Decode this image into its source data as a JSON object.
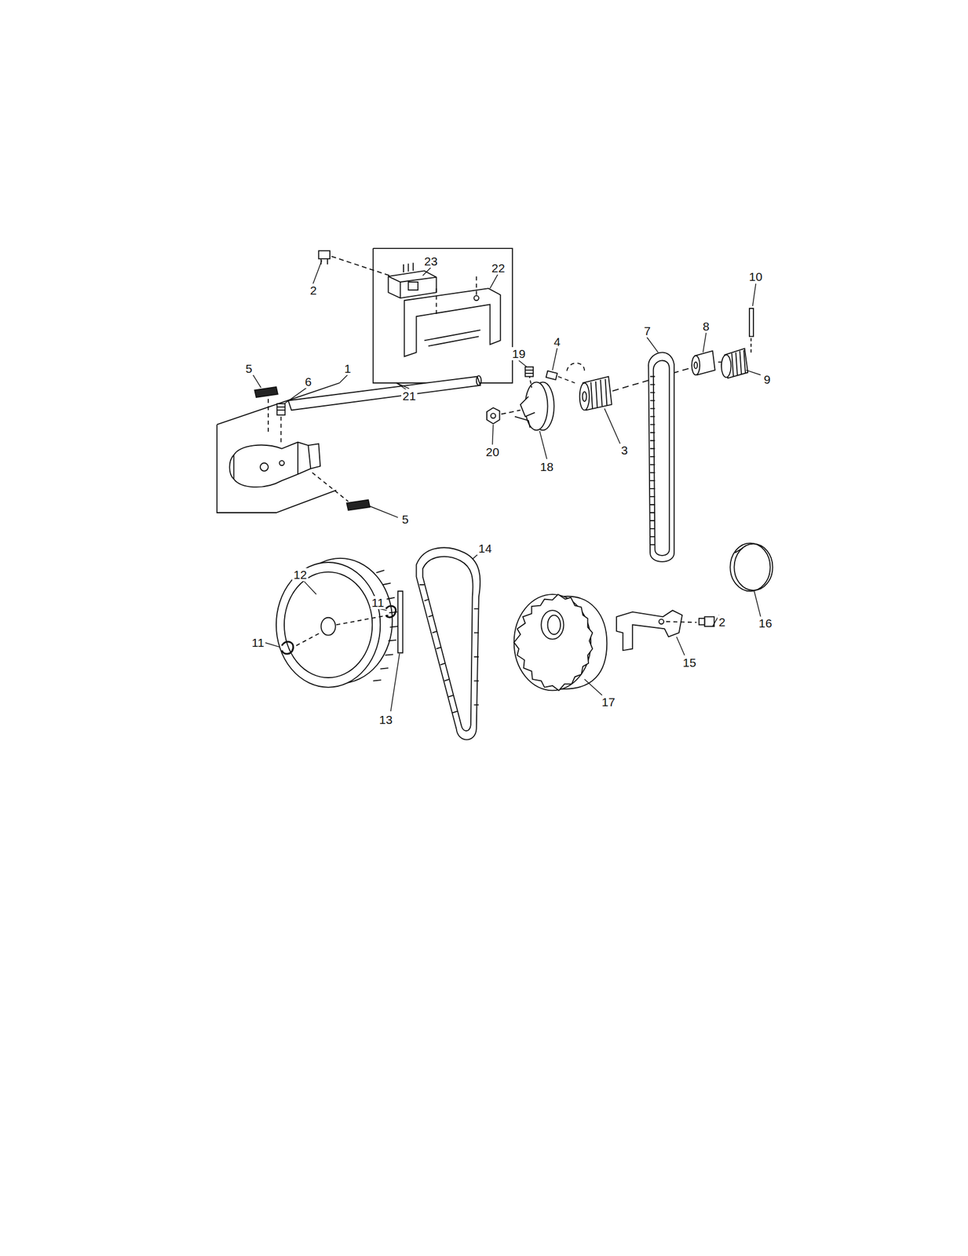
{
  "diagram": {
    "labels": [
      "2",
      "23",
      "22",
      "10",
      "21",
      "19",
      "4",
      "7",
      "8",
      "9",
      "5",
      "6",
      "1",
      "20",
      "18",
      "3",
      "5",
      "14",
      "12",
      "11",
      "11",
      "13",
      "17",
      "15",
      "2",
      "16"
    ]
  }
}
